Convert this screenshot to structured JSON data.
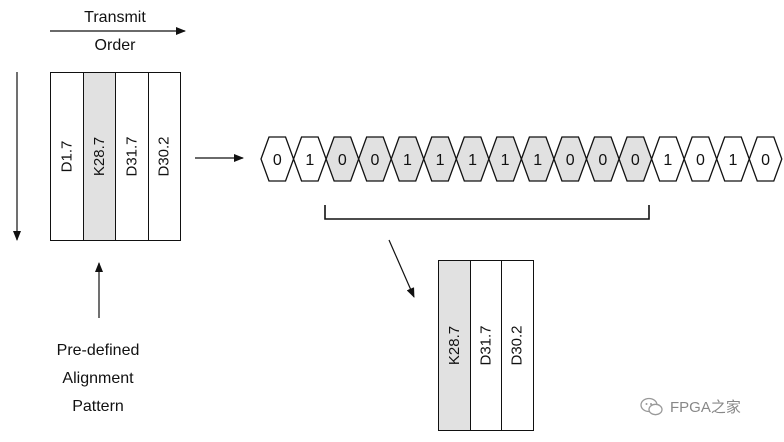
{
  "transmit_label_line1": "Transmit",
  "transmit_label_line2": "Order",
  "left_block": {
    "columns": [
      {
        "label": "D1.7",
        "shaded": false
      },
      {
        "label": "K28.7",
        "shaded": true
      },
      {
        "label": "D31.7",
        "shaded": false
      },
      {
        "label": "D30.2",
        "shaded": false
      }
    ]
  },
  "bitstream": {
    "bits": [
      "0",
      "1",
      "0",
      "0",
      "1",
      "1",
      "1",
      "1",
      "1",
      "0",
      "0",
      "0",
      "1",
      "0",
      "1",
      "0"
    ],
    "shaded": [
      false,
      false,
      true,
      true,
      true,
      true,
      true,
      true,
      true,
      true,
      true,
      true,
      false,
      false,
      false,
      false
    ]
  },
  "right_block": {
    "columns": [
      {
        "label": "K28.7",
        "shaded": true
      },
      {
        "label": "D31.7",
        "shaded": false
      },
      {
        "label": "D30.2",
        "shaded": false
      }
    ]
  },
  "pattern_label": {
    "line1": "Pre-defined",
    "line2": "Alignment",
    "line3": "Pattern"
  },
  "watermark": {
    "text": "FPGA之家",
    "icon": "wechat-icon"
  },
  "colors": {
    "shade": "#e1e1e1",
    "stroke": "#111111"
  }
}
